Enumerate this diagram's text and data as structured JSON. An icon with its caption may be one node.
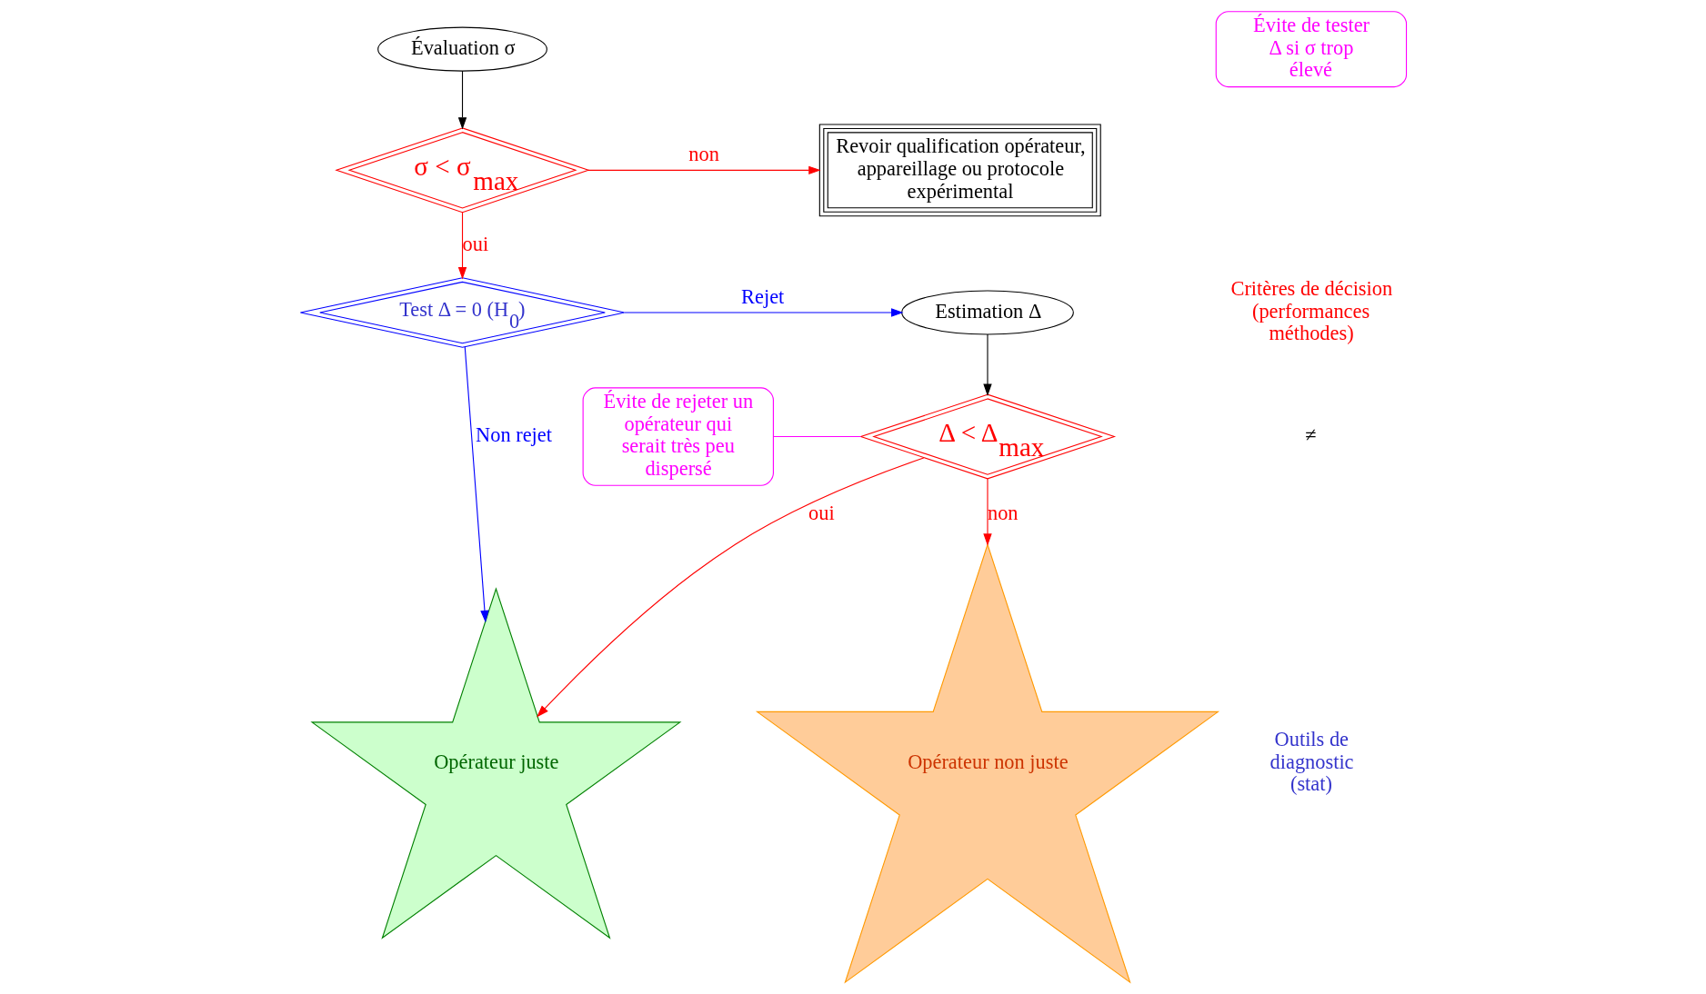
{
  "diagram": {
    "nodes": [
      {
        "text": [
          "Évaluation σ"
        ]
      },
      {
        "text": [
          "σ < σ$_{max}$"
        ]
      },
      {
        "text": [
          "Revoir qualification opérateur, appareillage ou protocole expérimental"
        ]
      },
      {
        "text": [
          "Test Δ = 0 (H$_{0}$)"
        ]
      },
      {
        "text": [
          "Estimation Δ"
        ]
      },
      {
        "text": [
          "Δ < Δ$_{max}$"
        ]
      },
      {
        "text": [
          "Opérateur non juste"
        ]
      },
      {
        "text": [
          "Opérateur juste"
        ]
      },
      {
        "text": [
          "Évite de tester Δ si σ trop élevé"
        ]
      },
      {
        "text": [
          "Évite de rejeter un opérateur qui serait très peu dispersé"
        ]
      }
    ],
    "edges": [
      {
        "from": 0,
        "to": 1,
        "arrow": "to",
        "color": "#000000"
      },
      {
        "from": 1,
        "to": 2,
        "arrow": "to",
        "label": "non"
      },
      {
        "from": 1,
        "to": 3,
        "arrow": "to",
        "label": "oui"
      },
      {
        "from": 3,
        "to": 4,
        "arrow": "to",
        "label": "Rejet",
        "color": "#0000ff"
      },
      {
        "from": 3,
        "to": 7,
        "arrow": "to",
        "label": "Non rejet",
        "color": "#0000ff"
      },
      {
        "from": 4,
        "to": 5,
        "arrow": "to",
        "color": "#000000"
      },
      {
        "from": 5,
        "to": 6,
        "arrow": "to",
        "label": "non"
      },
      {
        "from": 5,
        "to": 7,
        "arrow": "to",
        "label": "oui"
      },
      {
        "from": 9,
        "to": 5,
        "arrow": "none",
        "color": "#ff00ff"
      }
    ],
    "labels": [
      "Critères de décision (performances méthodes)",
      "≠",
      "Outils de diagnostic (stat)"
    ]
  }
}
